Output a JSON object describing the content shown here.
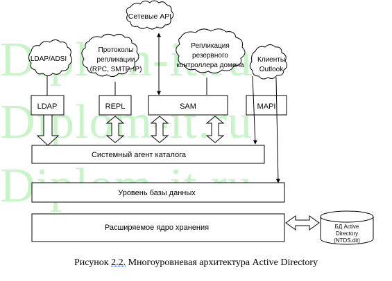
{
  "watermark": [
    "Diplom-it.ru",
    "Diplom-it.ru",
    "Diplom-it.ru"
  ],
  "clouds": {
    "network_api": "Сетевые API",
    "ldap_adsi": "LDAP/ADSI",
    "protocols": [
      "Протоколы",
      "репликации",
      "(RPC, SMTP, IP)"
    ],
    "dc_replication": [
      "Репликация",
      "резервного",
      "контроллера домена"
    ],
    "outlook": [
      "Клиенты",
      "Outlook"
    ]
  },
  "interfaces": {
    "ldap": "LDAP",
    "repl": "REPL",
    "sam": "SAM",
    "mapi": "MAPI"
  },
  "layers": {
    "dsa": "Системный агент каталога",
    "db": "Уровень базы данных",
    "storage": "Расширяемое ядро хранения"
  },
  "database": [
    "БД Active",
    "Directory",
    "(NTDS.dit)"
  ],
  "caption": {
    "prefix": "Рисунок ",
    "number": "2.2.",
    "title": "Многоуровневая архитектура Active Directory"
  }
}
